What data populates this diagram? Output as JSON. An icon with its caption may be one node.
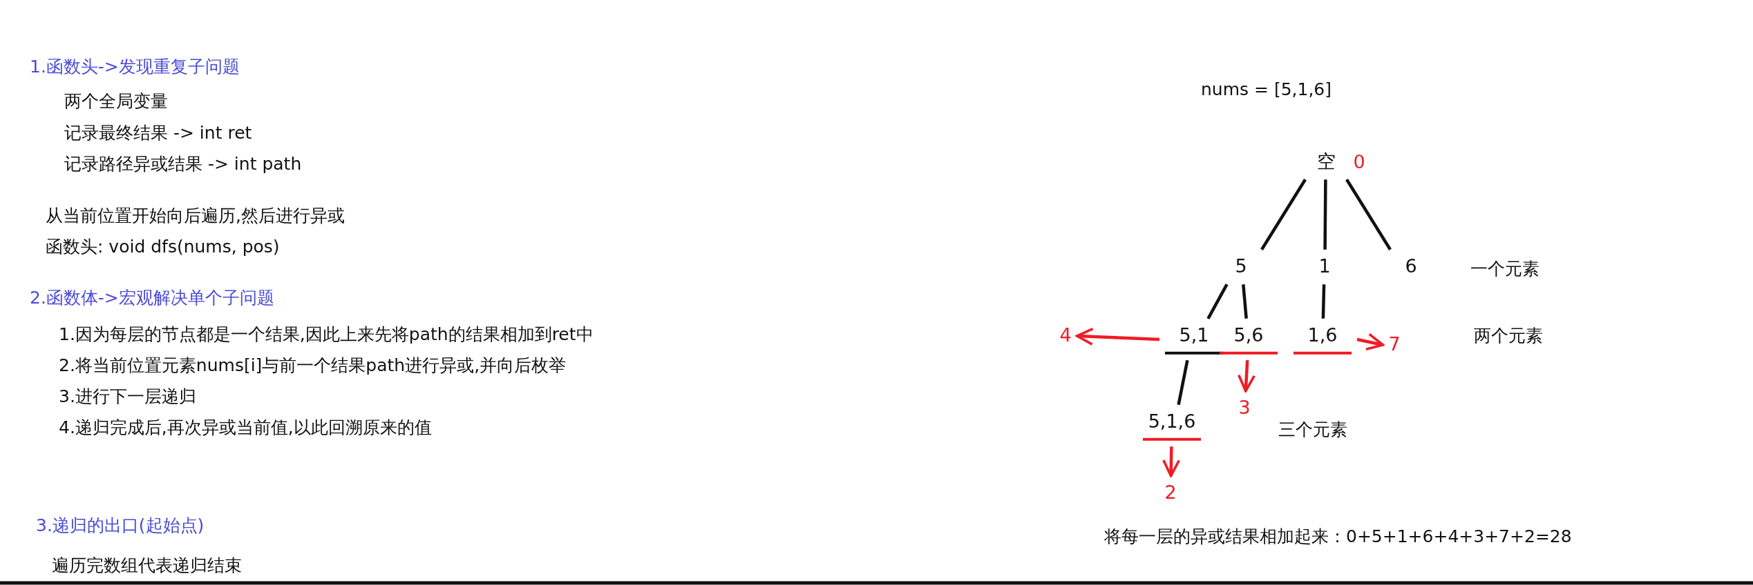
{
  "diagram": {
    "nodes": [
      {
        "text": [
          "空"
        ],
        "beside": [
          "0"
        ]
      },
      {
        "text": [
          "5"
        ]
      },
      {
        "text": [
          "1"
        ]
      },
      {
        "text": [
          "6"
        ]
      },
      {
        "text": [
          "4"
        ]
      },
      {
        "text": [
          "5,1"
        ]
      },
      {
        "text": [
          "5,6"
        ]
      },
      {
        "text": [
          "1,6"
        ]
      },
      {
        "text": [
          "7"
        ]
      },
      {
        "text": [
          "3"
        ]
      },
      {
        "text": [
          "5,1,6"
        ]
      },
      {
        "text": [
          "2"
        ]
      }
    ],
    "edges": [
      {
        "from": 0,
        "to": 1,
        "arrow": "none"
      },
      {
        "from": 0,
        "to": 2,
        "arrow": "none"
      },
      {
        "from": 0,
        "to": 3,
        "arrow": "none"
      },
      {
        "from": 1,
        "to": 5,
        "arrow": "none"
      },
      {
        "from": 1,
        "to": 6,
        "arrow": "none"
      },
      {
        "from": 2,
        "to": 7,
        "arrow": "none"
      },
      {
        "from": 5,
        "to": 4,
        "arrow": "to",
        "color": "#ee1c25"
      },
      {
        "from": 7,
        "to": 8,
        "arrow": "to",
        "color": "#ee1c25"
      },
      {
        "from": 6,
        "to": 9,
        "arrow": "to",
        "color": "#ee1c25"
      },
      {
        "from": 5,
        "to": 10,
        "arrow": "none"
      },
      {
        "from": 10,
        "to": 11,
        "arrow": "to",
        "color": "#ee1c25"
      }
    ],
    "labels": [
      "1.函数头->发现重复子问题",
      "两个全局变量",
      "记录最终结果 -> int ret",
      "记录路径异或结果 -> int path",
      "从当前位置开始向后遍历,然后进行异或",
      "函数头: void dfs(nums, pos)",
      "2.函数体->宏观解决单个子问题",
      "1.因为每层的节点都是一个结果,因此上来先将path的结果相加到ret中",
      "2.将当前位置元素nums[i]与前一个结果path进行异或,并向后枚举",
      "3.进行下一层递归",
      "4.递归完成后,再次异或当前值,以此回溯原来的值",
      "3.递归的出口(起始点)",
      "遍历完数组代表递归结束",
      "nums = [5,1,6]",
      "一个元素",
      "两个元素",
      "三个元素",
      "将每一层的异或结果相加起来：0+5+1+6+4+3+7+2=28"
    ]
  }
}
